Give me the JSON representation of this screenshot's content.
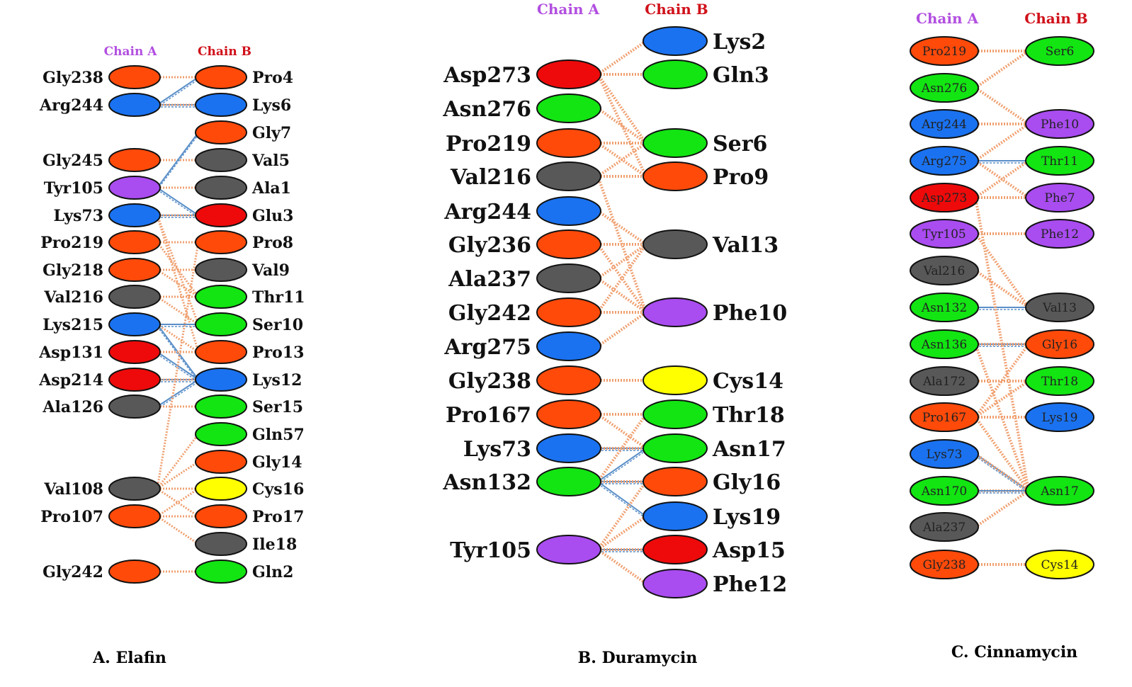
{
  "colors": {
    "orange": "#ff4a0a",
    "blue": "#1a72f0",
    "green": "#12e512",
    "gray": "#585858",
    "purple": "#a94cf0",
    "red": "#ee0a0a",
    "yellow": "#ffff00",
    "hbond": "#5a8fc8",
    "contact": "#f0a070",
    "chainA_label": "#b24fe0",
    "chainB_label": "#d0101a"
  },
  "panels": [
    {
      "id": "elafin",
      "chainA_label": "Chain A",
      "chainB_label": "Chain B",
      "caption": "A. Elafin",
      "chainA": [
        {
          "name": "Gly238",
          "color": "orange"
        },
        {
          "name": "Arg244",
          "color": "blue"
        },
        {
          "name": "Gly245",
          "color": "orange"
        },
        {
          "name": "Tyr105",
          "color": "purple"
        },
        {
          "name": "Lys73",
          "color": "blue"
        },
        {
          "name": "Pro219",
          "color": "orange"
        },
        {
          "name": "Gly218",
          "color": "orange"
        },
        {
          "name": "Val216",
          "color": "gray"
        },
        {
          "name": "Lys215",
          "color": "blue"
        },
        {
          "name": "Asp131",
          "color": "red"
        },
        {
          "name": "Asp214",
          "color": "red"
        },
        {
          "name": "Ala126",
          "color": "gray"
        },
        {
          "name": "Val108",
          "color": "gray"
        },
        {
          "name": "Pro107",
          "color": "orange"
        },
        {
          "name": "Gly242",
          "color": "orange"
        }
      ],
      "chainB": [
        {
          "name": "Pro4",
          "color": "orange"
        },
        {
          "name": "Lys6",
          "color": "blue"
        },
        {
          "name": "Gly7",
          "color": "orange"
        },
        {
          "name": "Val5",
          "color": "gray"
        },
        {
          "name": "Ala1",
          "color": "gray"
        },
        {
          "name": "Glu3",
          "color": "red"
        },
        {
          "name": "Pro8",
          "color": "orange"
        },
        {
          "name": "Val9",
          "color": "gray"
        },
        {
          "name": "Thr11",
          "color": "green"
        },
        {
          "name": "Ser10",
          "color": "green"
        },
        {
          "name": "Pro13",
          "color": "orange"
        },
        {
          "name": "Lys12",
          "color": "blue"
        },
        {
          "name": "Ser15",
          "color": "green"
        },
        {
          "name": "Gln57",
          "color": "green"
        },
        {
          "name": "Gly14",
          "color": "orange"
        },
        {
          "name": "Cys16",
          "color": "yellow"
        },
        {
          "name": "Pro17",
          "color": "orange"
        },
        {
          "name": "Ile18",
          "color": "gray"
        },
        {
          "name": "Gln2",
          "color": "green"
        }
      ],
      "links": [
        [
          "Gly238",
          "Pro4",
          "c"
        ],
        [
          "Arg244",
          "Pro4",
          "h"
        ],
        [
          "Arg244",
          "Lys6",
          "h"
        ],
        [
          "Arg244",
          "Lys6",
          "c"
        ],
        [
          "Gly245",
          "Val5",
          "c"
        ],
        [
          "Tyr105",
          "Gly7",
          "h"
        ],
        [
          "Tyr105",
          "Ala1",
          "c"
        ],
        [
          "Tyr105",
          "Glu3",
          "h"
        ],
        [
          "Lys73",
          "Glu3",
          "h"
        ],
        [
          "Lys73",
          "Glu3",
          "c"
        ],
        [
          "Lys73",
          "Ser10",
          "c"
        ],
        [
          "Lys73",
          "Pro13",
          "c"
        ],
        [
          "Pro219",
          "Pro8",
          "c"
        ],
        [
          "Pro219",
          "Thr11",
          "c"
        ],
        [
          "Gly218",
          "Val9",
          "c"
        ],
        [
          "Gly218",
          "Thr11",
          "c"
        ],
        [
          "Val216",
          "Thr11",
          "c"
        ],
        [
          "Val216",
          "Ser10",
          "c"
        ],
        [
          "Lys215",
          "Ser10",
          "h"
        ],
        [
          "Lys215",
          "Lys12",
          "h"
        ],
        [
          "Lys215",
          "Pro13",
          "c"
        ],
        [
          "Asp131",
          "Pro13",
          "c"
        ],
        [
          "Asp131",
          "Lys12",
          "h"
        ],
        [
          "Asp214",
          "Lys12",
          "h"
        ],
        [
          "Asp214",
          "Lys12",
          "c"
        ],
        [
          "Ala126",
          "Lys12",
          "h"
        ],
        [
          "Ala126",
          "Ser15",
          "c"
        ],
        [
          "Val108",
          "Gly14",
          "c"
        ],
        [
          "Val108",
          "Cys16",
          "c"
        ],
        [
          "Val108",
          "Gln57",
          "c"
        ],
        [
          "Val108",
          "Pro17",
          "c"
        ],
        [
          "Val108",
          "Pro8",
          "c"
        ],
        [
          "Pro107",
          "Cys16",
          "c"
        ],
        [
          "Pro107",
          "Pro17",
          "c"
        ],
        [
          "Pro107",
          "Ile18",
          "c"
        ],
        [
          "Gly242",
          "Gln2",
          "c"
        ]
      ]
    },
    {
      "id": "duramycin",
      "chainA_label": "Chain A",
      "chainB_label": "Chain B",
      "caption": "B. Duramycin",
      "chainA": [
        {
          "name": "Asp273",
          "color": "red"
        },
        {
          "name": "Asn276",
          "color": "green"
        },
        {
          "name": "Pro219",
          "color": "orange"
        },
        {
          "name": "Val216",
          "color": "gray"
        },
        {
          "name": "Arg244",
          "color": "blue"
        },
        {
          "name": "Gly236",
          "color": "orange"
        },
        {
          "name": "Ala237",
          "color": "gray"
        },
        {
          "name": "Gly242",
          "color": "orange"
        },
        {
          "name": "Arg275",
          "color": "blue"
        },
        {
          "name": "Gly238",
          "color": "orange"
        },
        {
          "name": "Pro167",
          "color": "orange"
        },
        {
          "name": "Lys73",
          "color": "blue"
        },
        {
          "name": "Asn132",
          "color": "green"
        },
        {
          "name": "Tyr105",
          "color": "purple"
        }
      ],
      "chainB": [
        {
          "name": "Lys2",
          "color": "blue"
        },
        {
          "name": "Gln3",
          "color": "green"
        },
        {
          "name": "Ser6",
          "color": "green"
        },
        {
          "name": "Pro9",
          "color": "orange"
        },
        {
          "name": "Val13",
          "color": "gray"
        },
        {
          "name": "Phe10",
          "color": "purple"
        },
        {
          "name": "Cys14",
          "color": "yellow"
        },
        {
          "name": "Thr18",
          "color": "green"
        },
        {
          "name": "Asn17",
          "color": "green"
        },
        {
          "name": "Gly16",
          "color": "orange"
        },
        {
          "name": "Lys19",
          "color": "blue"
        },
        {
          "name": "Asp15",
          "color": "red"
        },
        {
          "name": "Phe12",
          "color": "purple"
        }
      ],
      "links": [
        [
          "Asp273",
          "Lys2",
          "c"
        ],
        [
          "Asp273",
          "Gln3",
          "c"
        ],
        [
          "Asp273",
          "Ser6",
          "c"
        ],
        [
          "Asp273",
          "Pro9",
          "c"
        ],
        [
          "Asn276",
          "Ser6",
          "c"
        ],
        [
          "Pro219",
          "Ser6",
          "c"
        ],
        [
          "Pro219",
          "Pro9",
          "c"
        ],
        [
          "Val216",
          "Pro9",
          "c"
        ],
        [
          "Val216",
          "Ser6",
          "c"
        ],
        [
          "Val216",
          "Phe10",
          "c"
        ],
        [
          "Arg244",
          "Val13",
          "c"
        ],
        [
          "Gly236",
          "Val13",
          "c"
        ],
        [
          "Gly236",
          "Phe10",
          "c"
        ],
        [
          "Ala237",
          "Val13",
          "c"
        ],
        [
          "Ala237",
          "Phe10",
          "c"
        ],
        [
          "Gly242",
          "Phe10",
          "c"
        ],
        [
          "Gly242",
          "Val13",
          "c"
        ],
        [
          "Arg275",
          "Phe10",
          "c"
        ],
        [
          "Gly238",
          "Cys14",
          "c"
        ],
        [
          "Pro167",
          "Thr18",
          "c"
        ],
        [
          "Pro167",
          "Asn17",
          "c"
        ],
        [
          "Lys73",
          "Asn17",
          "h"
        ],
        [
          "Lys73",
          "Asn17",
          "c"
        ],
        [
          "Asn132",
          "Asn17",
          "h"
        ],
        [
          "Asn132",
          "Gly16",
          "h"
        ],
        [
          "Asn132",
          "Lys19",
          "h"
        ],
        [
          "Asn132",
          "Gly16",
          "c"
        ],
        [
          "Asn132",
          "Thr18",
          "c"
        ],
        [
          "Tyr105",
          "Asp15",
          "h"
        ],
        [
          "Tyr105",
          "Asp15",
          "c"
        ],
        [
          "Tyr105",
          "Lys19",
          "c"
        ],
        [
          "Tyr105",
          "Phe12",
          "c"
        ],
        [
          "Tyr105",
          "Gly16",
          "c"
        ]
      ]
    },
    {
      "id": "cinnamycin",
      "chainA_label": "Chain A",
      "chainB_label": "Chain B",
      "caption": "C. Cinnamycin",
      "chainA": [
        {
          "name": "Pro219",
          "color": "orange"
        },
        {
          "name": "Asn276",
          "color": "green"
        },
        {
          "name": "Arg244",
          "color": "blue"
        },
        {
          "name": "Arg275",
          "color": "blue"
        },
        {
          "name": "Asp273",
          "color": "red"
        },
        {
          "name": "Tyr105",
          "color": "purple"
        },
        {
          "name": "Val216",
          "color": "gray"
        },
        {
          "name": "Asn132",
          "color": "green"
        },
        {
          "name": "Asn136",
          "color": "green"
        },
        {
          "name": "Ala172",
          "color": "gray"
        },
        {
          "name": "Pro167",
          "color": "orange"
        },
        {
          "name": "Lys73",
          "color": "blue"
        },
        {
          "name": "Asn170",
          "color": "green"
        },
        {
          "name": "Ala237",
          "color": "gray"
        },
        {
          "name": "Gly238",
          "color": "orange"
        }
      ],
      "chainB": [
        {
          "name": "Ser6",
          "color": "green"
        },
        {
          "name": "Phe10",
          "color": "purple"
        },
        {
          "name": "Thr11",
          "color": "green"
        },
        {
          "name": "Phe7",
          "color": "purple"
        },
        {
          "name": "Phe12",
          "color": "purple"
        },
        {
          "name": "Val13",
          "color": "gray"
        },
        {
          "name": "Gly16",
          "color": "orange"
        },
        {
          "name": "Thr18",
          "color": "green"
        },
        {
          "name": "Lys19",
          "color": "blue"
        },
        {
          "name": "Asn17",
          "color": "green"
        },
        {
          "name": "Cys14",
          "color": "yellow"
        }
      ],
      "links": [
        [
          "Pro219",
          "Ser6",
          "c"
        ],
        [
          "Asn276",
          "Ser6",
          "c"
        ],
        [
          "Asn276",
          "Phe10",
          "c"
        ],
        [
          "Arg244",
          "Phe10",
          "c"
        ],
        [
          "Arg275",
          "Thr11",
          "h"
        ],
        [
          "Arg275",
          "Phe10",
          "c"
        ],
        [
          "Arg275",
          "Phe7",
          "c"
        ],
        [
          "Asp273",
          "Phe7",
          "c"
        ],
        [
          "Asp273",
          "Thr11",
          "c"
        ],
        [
          "Tyr105",
          "Phe12",
          "c"
        ],
        [
          "Tyr105",
          "Val13",
          "c"
        ],
        [
          "Val216",
          "Val13",
          "c"
        ],
        [
          "Asn132",
          "Val13",
          "h"
        ],
        [
          "Asn136",
          "Gly16",
          "h"
        ],
        [
          "Asn136",
          "Gly16",
          "c"
        ],
        [
          "Asn136",
          "Asn17",
          "c"
        ],
        [
          "Ala172",
          "Thr18",
          "c"
        ],
        [
          "Pro167",
          "Gly16",
          "c"
        ],
        [
          "Pro167",
          "Thr18",
          "c"
        ],
        [
          "Pro167",
          "Lys19",
          "c"
        ],
        [
          "Pro167",
          "Asn17",
          "c"
        ],
        [
          "Lys73",
          "Asn17",
          "h"
        ],
        [
          "Lys73",
          "Asn17",
          "c"
        ],
        [
          "Asn170",
          "Asn17",
          "c"
        ],
        [
          "Asn170",
          "Asn17",
          "h"
        ],
        [
          "Ala237",
          "Asn17",
          "c"
        ],
        [
          "Gly238",
          "Cys14",
          "c"
        ],
        [
          "Asp273",
          "Asn17",
          "c"
        ]
      ]
    }
  ]
}
